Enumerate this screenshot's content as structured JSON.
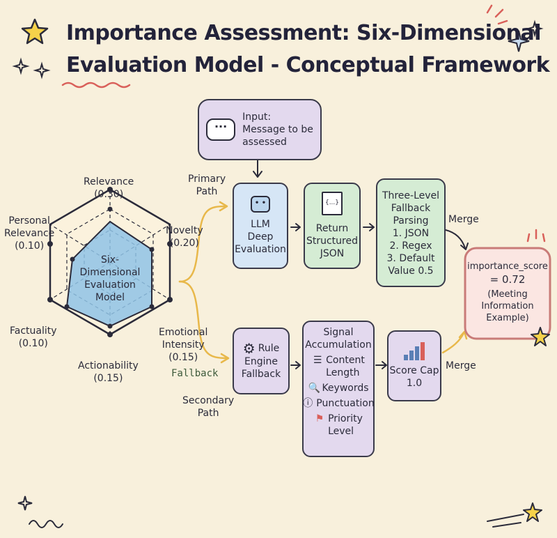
{
  "title": {
    "line1": "Importance Assessment: Six-Dimensional",
    "line2": "Evaluation Model - Conceptual Framework"
  },
  "radar": {
    "center_line1": "Six-",
    "center_line2": "Dimensional",
    "center_line3": "Evaluation",
    "center_line4": "Model",
    "dims": [
      {
        "name": "Relevance",
        "weight": "(0.30)"
      },
      {
        "name": "Novelty",
        "weight": "(0.20)"
      },
      {
        "name_l1": "Emotional",
        "name_l2": "Intensity",
        "weight": "(0.15)"
      },
      {
        "name": "Actionability",
        "weight": "(0.15)"
      },
      {
        "name": "Factuality",
        "weight": "(0.10)"
      },
      {
        "name_l1": "Personal",
        "name_l2": "Relevance",
        "weight": "(0.10)"
      }
    ]
  },
  "input": {
    "line1": "Input:",
    "line2": "Message to be",
    "line3": "assessed",
    "icon": "speech-bubble-icon"
  },
  "paths": {
    "primary_l1": "Primary",
    "primary_l2": "Path",
    "secondary_l1": "Secondary",
    "secondary_l2": "Path",
    "fallback": "Fallback"
  },
  "llm": {
    "line1": "LLM",
    "line2": "Deep",
    "line3": "Evaluation",
    "icon": "robot-icon"
  },
  "json_box": {
    "icon_text": "{...}",
    "line1": "Return",
    "line2": "Structured",
    "line3": "JSON"
  },
  "parsing": {
    "line1": "Three-Level",
    "line2": "Fallback",
    "line3": "Parsing",
    "items": [
      "1. JSON",
      "2. Regex",
      "3. Default"
    ],
    "value_label": "Value",
    "value": "0.5"
  },
  "merge_top": "Merge",
  "merge_bottom": "Merge",
  "output": {
    "line1": "importance_score",
    "line2": "= 0.72",
    "line3": "(Meeting",
    "line4": "Information",
    "line5": "Example)"
  },
  "rule": {
    "line1": "Rule",
    "line2": "Engine",
    "line3": "Fallback",
    "icon": "gear-icon"
  },
  "signal": {
    "line1": "Signal",
    "line2": "Accumulation",
    "items": [
      {
        "icon": "document-icon",
        "glyph": "☰",
        "l1": "Content",
        "l2": "Length"
      },
      {
        "icon": "magnifier-icon",
        "glyph": "🔍",
        "l1": "Keywords",
        "l2": ""
      },
      {
        "icon": "exclamation-icon",
        "glyph": "ⓘ",
        "l1": "Punctuation",
        "l2": ""
      },
      {
        "icon": "flag-icon",
        "glyph": "⚑",
        "l1": "Priority",
        "l2": "Level"
      }
    ]
  },
  "cap": {
    "line1": "Score Cap",
    "value": "1.0",
    "icon": "graduation-chart-icon"
  },
  "colors": {
    "primary_arrow": "#e8b84a",
    "radar_fill": "#8fc3e6",
    "accent_red": "#d9605a"
  }
}
